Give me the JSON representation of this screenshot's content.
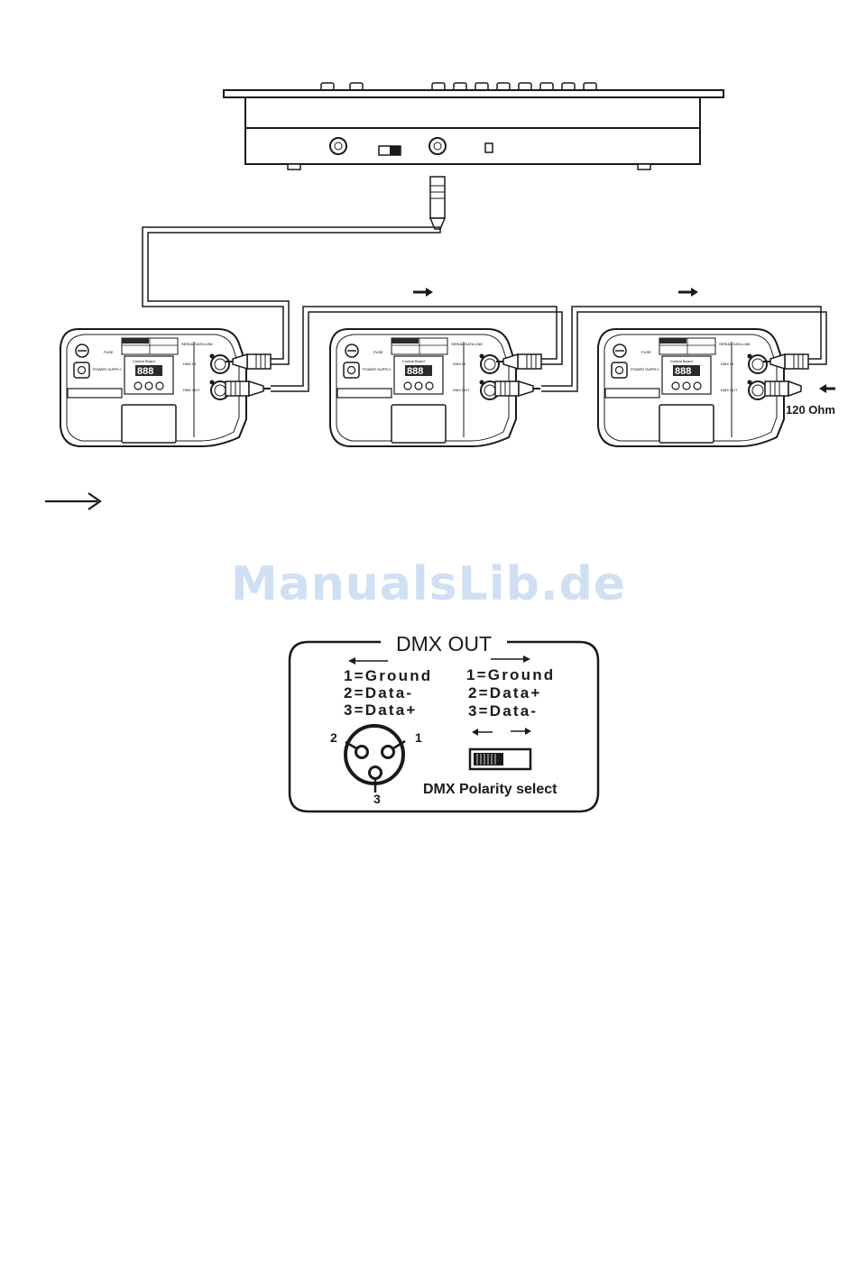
{
  "watermark": {
    "text": "ManualsLib.de",
    "color": "#cfe0f4"
  },
  "colors": {
    "ink": "#1a1a1a",
    "panel_dark": "#2a2a2a"
  },
  "chain": {
    "termination_label": "120 Ohm",
    "fixtures": [
      {
        "display": "888",
        "dmx_in_label": "DMX IN",
        "dmx_out_label": "DMX OUT",
        "power_label": "POWER SUPPLY",
        "fuse_label": "FUSE",
        "link_label": "SERIAL DATA LINK",
        "panel_label": "Control Board"
      },
      {
        "display": "888",
        "dmx_in_label": "DMX IN",
        "dmx_out_label": "DMX OUT",
        "power_label": "POWER SUPPLY",
        "fuse_label": "FUSE",
        "link_label": "SERIAL DATA LINK",
        "panel_label": "Control Board"
      },
      {
        "display": "888",
        "dmx_in_label": "DMX IN",
        "dmx_out_label": "DMX OUT",
        "power_label": "POWER SUPPLY",
        "fuse_label": "FUSE",
        "link_label": "SERIAL DATA LINK",
        "panel_label": "Control Board"
      }
    ]
  },
  "dmx_out": {
    "title": "DMX OUT",
    "left_pins": [
      "1=Ground",
      "2=Data-",
      "3=Data+"
    ],
    "right_pins": [
      "1=Ground",
      "2=Data+",
      "3=Data-"
    ],
    "connector_pins": [
      "1",
      "2",
      "3"
    ],
    "switch_label": "DMX Polarity select"
  }
}
